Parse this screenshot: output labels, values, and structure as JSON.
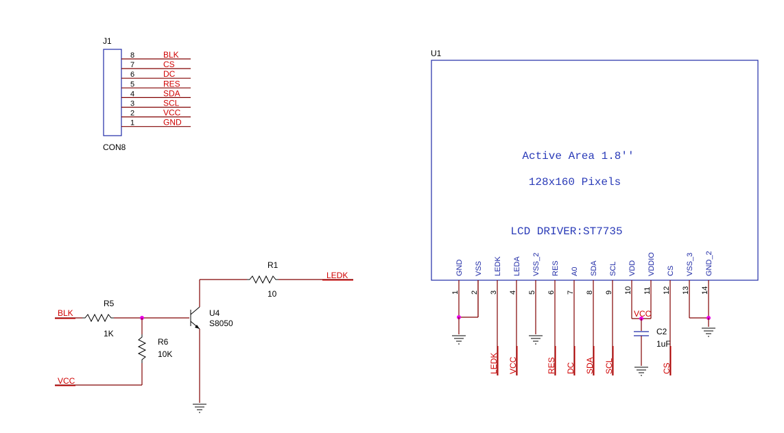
{
  "j1": {
    "ref": "J1",
    "value": "CON8",
    "pins": [
      {
        "num": "8",
        "net": "BLK"
      },
      {
        "num": "7",
        "net": "CS"
      },
      {
        "num": "6",
        "net": "DC"
      },
      {
        "num": "5",
        "net": "RES"
      },
      {
        "num": "4",
        "net": "SDA"
      },
      {
        "num": "3",
        "net": "SCL"
      },
      {
        "num": "2",
        "net": "VCC"
      },
      {
        "num": "1",
        "net": "GND"
      }
    ]
  },
  "backlight": {
    "blk_net": "BLK",
    "vcc_net": "VCC",
    "ledk_net": "LEDK",
    "r1": {
      "ref": "R1",
      "value": "10"
    },
    "r5": {
      "ref": "R5",
      "value": "1K"
    },
    "r6": {
      "ref": "R6",
      "value": "10K"
    },
    "u4": {
      "ref": "U4",
      "value": "S8050"
    }
  },
  "u1": {
    "ref": "U1",
    "line1": "Active Area 1.8''",
    "line2": "128x160 Pixels",
    "line3": "LCD DRIVER:ST7735",
    "pins": [
      {
        "num": "1",
        "name": "GND"
      },
      {
        "num": "2",
        "name": "VSS"
      },
      {
        "num": "3",
        "name": "LEDK"
      },
      {
        "num": "4",
        "name": "LEDA"
      },
      {
        "num": "5",
        "name": "VSS_2"
      },
      {
        "num": "6",
        "name": "RES"
      },
      {
        "num": "7",
        "name": "A0"
      },
      {
        "num": "8",
        "name": "SDA"
      },
      {
        "num": "9",
        "name": "SCL"
      },
      {
        "num": "10",
        "name": "VDD"
      },
      {
        "num": "11",
        "name": "VDDIO"
      },
      {
        "num": "12",
        "name": "CS"
      },
      {
        "num": "13",
        "name": "VSS_3"
      },
      {
        "num": "14",
        "name": "GND_2"
      }
    ],
    "bottom_nets": [
      "LEDK",
      "VCC",
      "RES",
      "DC",
      "SDA",
      "SCL",
      "CS"
    ],
    "vcc_label": "VCC",
    "c2": {
      "ref": "C2",
      "value": "1uF"
    }
  }
}
